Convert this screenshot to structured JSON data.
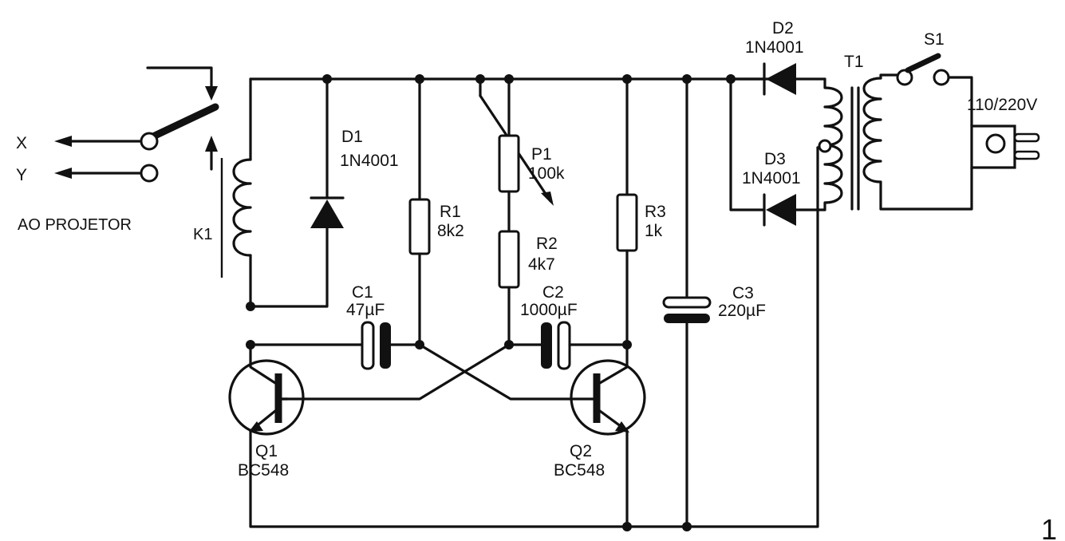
{
  "terminals": {
    "x": "X",
    "y": "Y",
    "caption": "AO PROJETOR"
  },
  "relay": {
    "ref": "K1"
  },
  "d1": {
    "ref": "D1",
    "value": "1N4001"
  },
  "d2": {
    "ref": "D2",
    "value": "1N4001"
  },
  "d3": {
    "ref": "D3",
    "value": "1N4001"
  },
  "r1": {
    "ref": "R1",
    "value": "8k2"
  },
  "r2": {
    "ref": "R2",
    "value": "4k7"
  },
  "r3": {
    "ref": "R3",
    "value": "1k"
  },
  "p1": {
    "ref": "P1",
    "value": "100k"
  },
  "c1": {
    "ref": "C1",
    "value": "47µF"
  },
  "c2": {
    "ref": "C2",
    "value": "1000µF"
  },
  "c3": {
    "ref": "C3",
    "value": "220µF"
  },
  "q1": {
    "ref": "Q1",
    "value": "BC548"
  },
  "q2": {
    "ref": "Q2",
    "value": "BC548"
  },
  "transformer": {
    "ref": "T1"
  },
  "switch": {
    "ref": "S1"
  },
  "mains": {
    "label": "110/220V"
  },
  "figure_number": "1"
}
